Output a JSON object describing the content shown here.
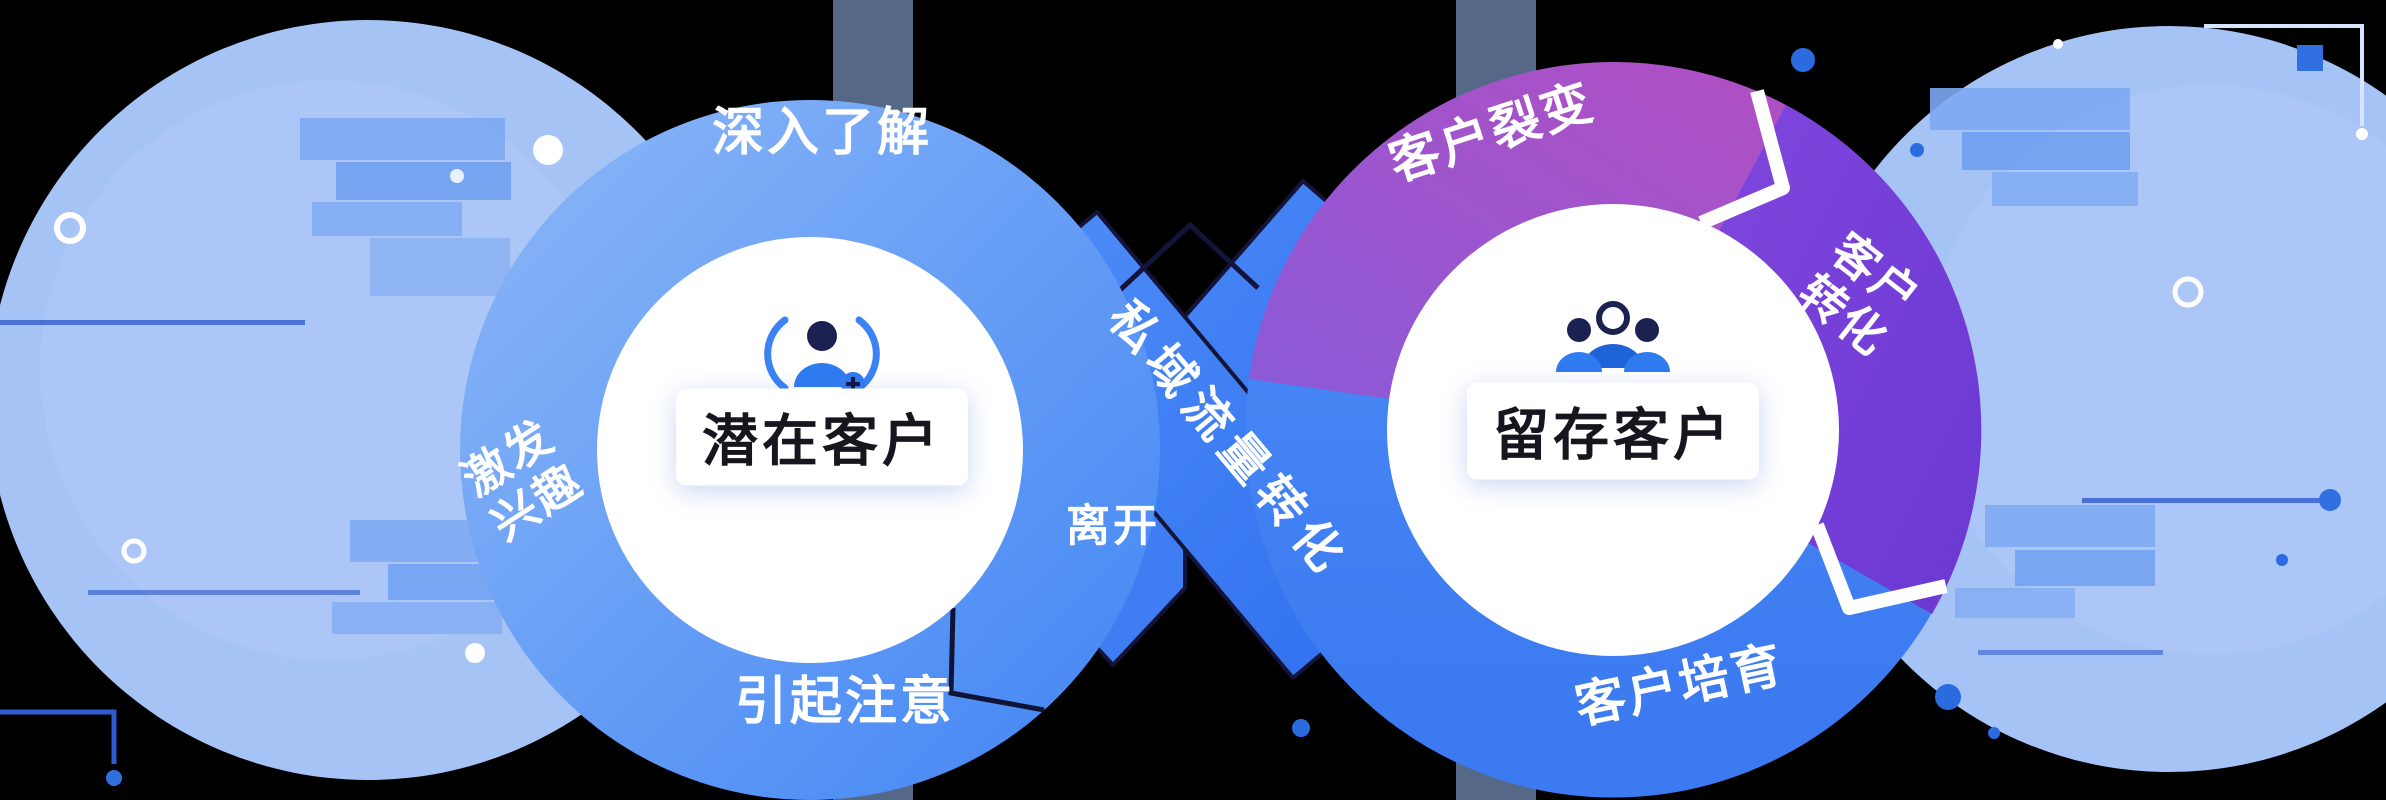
{
  "page": {
    "type": "customer-journey-infinity-diagram",
    "background": "#000000"
  },
  "left_ring": {
    "center_label": "潜在客户",
    "icon": "user-search-icon",
    "segments": {
      "top": {
        "label": "深入了解"
      },
      "left": {
        "label": "激发兴趣",
        "line1": "激发",
        "line2": "兴趣"
      },
      "bottom": {
        "label": "引起注意"
      }
    }
  },
  "connector": {
    "flow_label": "私域流量转化",
    "exit_label": "离开"
  },
  "right_ring": {
    "center_label": "留存客户",
    "icon": "users-group-icon",
    "segments": {
      "top": {
        "label": "客户裂变"
      },
      "right": {
        "label": "客户转化",
        "line1": "客户",
        "line2": "转化"
      },
      "bottom": {
        "label": "客户培育"
      }
    }
  },
  "colors": {
    "primary_blue": "#3f7ef2",
    "ring_blue_light": "#86b3f7",
    "pale_circle_blue": "#a6c3f6",
    "magenta_purple": "#b14fc2",
    "violet_purple": "#7a41d8",
    "outline_dark": "#14143a",
    "text_dark": "#16161f",
    "text_white": "#ffffff"
  }
}
